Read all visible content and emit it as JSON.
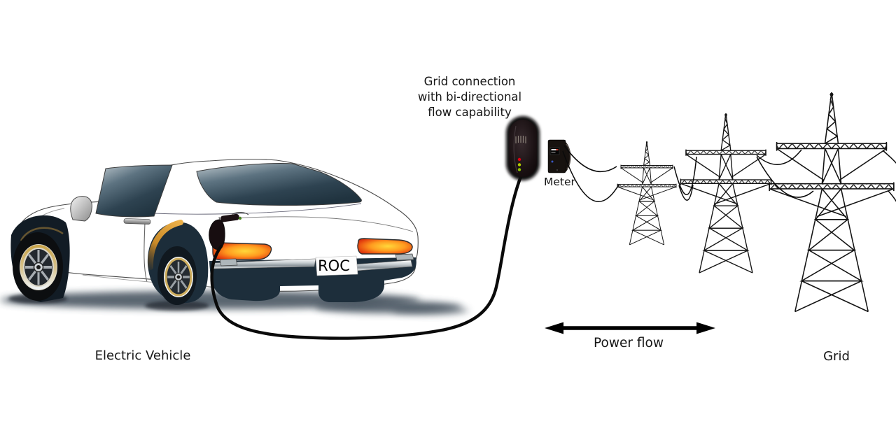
{
  "labels": {
    "caption_line1": "Grid connection",
    "caption_line2": "with bi-directional",
    "caption_line3": "flow capability",
    "meter": "Meter",
    "power_flow": "Power flow",
    "electric_vehicle": "Electric Vehicle",
    "grid": "Grid",
    "license_plate": "ROC"
  },
  "icons": {
    "car": "electric-vehicle-illustration",
    "cable": "charging-cable",
    "charger": "charger-unit-icon",
    "meter": "electric-meter-icon",
    "towers": "transmission-tower-icon",
    "arrow": "bidirectional-arrow-icon"
  },
  "colors": {
    "background": "#ffffff",
    "outline": "#141414",
    "car_body": "#ffffff",
    "car_underbody": "#1d2e3b",
    "window_glass": "#2e4351",
    "taillight_red": "#c81e0a",
    "taillight_glow": "#ffd83a",
    "arch_gold": "#eeb24a",
    "charger_body": "#150d10",
    "led_red": "#e00012",
    "led_amber": "#b5cf00",
    "led_green": "#8fc400",
    "meter_body": "#17120f",
    "meter_dot_blue": "#3a57c4",
    "shadow": "#33414d",
    "text": "#161616"
  }
}
